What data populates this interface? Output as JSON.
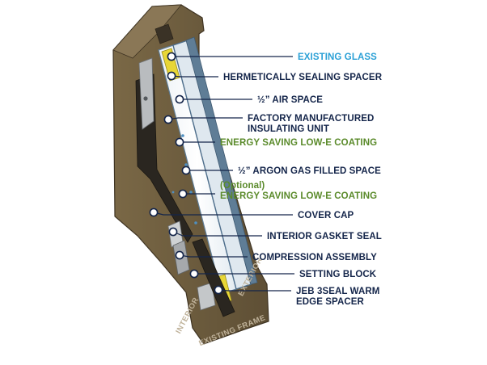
{
  "colors": {
    "label_default": "#14254a",
    "label_glass": "#2aa0d6",
    "label_coating": "#5a8a2a",
    "frame": "#6b5a3e",
    "frame_light": "#8a7756",
    "sealant": "#2a2620",
    "glass_edge": "#5f7d96",
    "spacer_yellow": "#e8d636"
  },
  "frame_labels": {
    "interior": "INTERIOR",
    "exterior": "EXTERIOR",
    "existing_frame": "EXISTING FRAME"
  },
  "callouts": [
    {
      "id": "existing-glass",
      "lines": [
        "EXISTING GLASS"
      ],
      "color": "glass"
    },
    {
      "id": "hermetically-sealing-spacer",
      "lines": [
        "HERMETICALLY SEALING SPACER"
      ],
      "color": "default"
    },
    {
      "id": "air-space",
      "lines": [
        "½” AIR SPACE"
      ],
      "color": "default"
    },
    {
      "id": "factory-insulating-unit",
      "lines": [
        "FACTORY MANUFACTURED",
        "INSULATING UNIT"
      ],
      "color": "default"
    },
    {
      "id": "low-e-coating-1",
      "lines": [
        "ENERGY SAVING LOW-E COATING"
      ],
      "color": "coating"
    },
    {
      "id": "argon-gas-space",
      "lines": [
        "½” ARGON GAS FILLED SPACE"
      ],
      "color": "default"
    },
    {
      "id": "low-e-coating-2",
      "lines": [
        "(Optional)",
        "ENERGY SAVING LOW-E COATING"
      ],
      "color": "coating"
    },
    {
      "id": "cover-cap",
      "lines": [
        "COVER CAP"
      ],
      "color": "default"
    },
    {
      "id": "interior-gasket-seal",
      "lines": [
        "INTERIOR GASKET SEAL"
      ],
      "color": "default"
    },
    {
      "id": "compression-assembly",
      "lines": [
        "COMPRESSION ASSEMBLY"
      ],
      "color": "default"
    },
    {
      "id": "setting-block",
      "lines": [
        "SETTING BLOCK"
      ],
      "color": "default"
    },
    {
      "id": "warm-edge-spacer",
      "lines": [
        "JEB 3SEAL WARM",
        "EDGE SPACER"
      ],
      "color": "default"
    }
  ]
}
